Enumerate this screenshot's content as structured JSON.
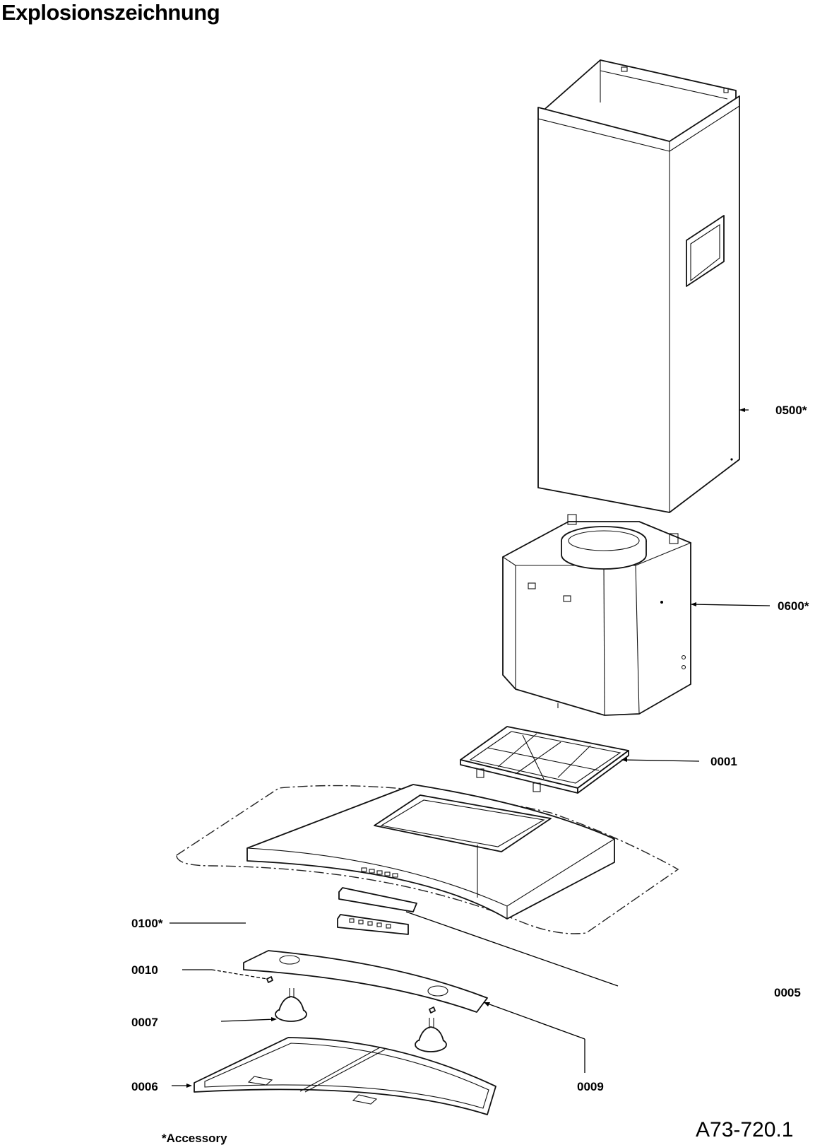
{
  "title": "Explosionszeichnung",
  "labels": {
    "p0500": "0500*",
    "p0600": "0600*",
    "p0001": "0001",
    "p0100": "0100*",
    "p0010": "0010",
    "p0005": "0005",
    "p0007": "0007",
    "p0006": "0006",
    "p0009": "0009"
  },
  "footnote": "*Accessory",
  "drawing_code": "A73-720.1"
}
